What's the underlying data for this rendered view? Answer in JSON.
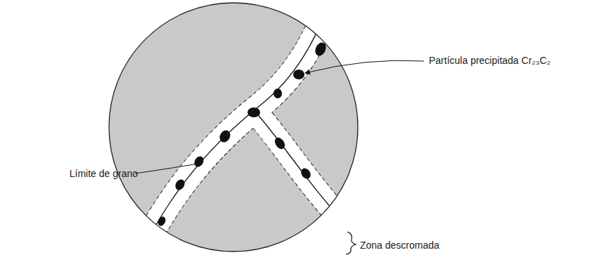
{
  "diagram": {
    "labels": [
      "Partícula precipitada Cr₂₃C₂",
      "Límite de grano",
      "Zona descromada"
    ]
  }
}
